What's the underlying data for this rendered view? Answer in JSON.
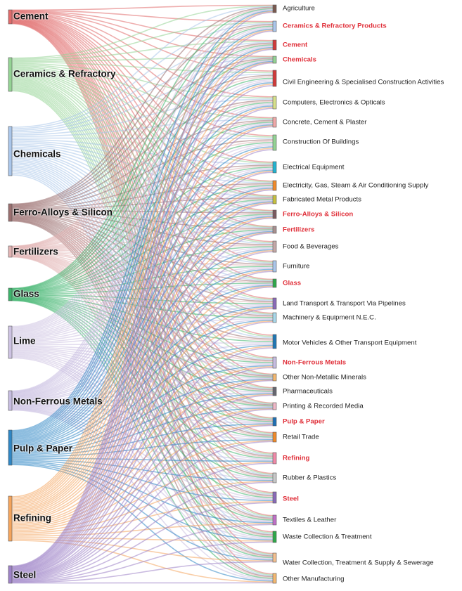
{
  "sources": [
    {
      "label": "Cement",
      "color": "#e06a6a"
    },
    {
      "label": "Ceramics & Refractory",
      "color": "#94d394"
    },
    {
      "label": "Chemicals",
      "color": "#aac6ea"
    },
    {
      "label": "Ferro-Alloys & Silicon",
      "color": "#9a6f6f"
    },
    {
      "label": "Fertilizers",
      "color": "#e2b3b3"
    },
    {
      "label": "Glass",
      "color": "#3db36b"
    },
    {
      "label": "Lime",
      "color": "#cdc2e2"
    },
    {
      "label": "Non-Ferrous Metals",
      "color": "#c6bce0"
    },
    {
      "label": "Pulp & Paper",
      "color": "#2f86c4"
    },
    {
      "label": "Refining",
      "color": "#f4a45c"
    },
    {
      "label": "Steel",
      "color": "#9d82c6"
    }
  ],
  "targets": [
    {
      "label": "Agriculture",
      "color": "#7a5a50",
      "highlight": false
    },
    {
      "label": "Ceramics & Refractory Products",
      "color": "#aac6ea",
      "highlight": true
    },
    {
      "label": "Cement",
      "color": "#d03a3a",
      "highlight": true
    },
    {
      "label": "Chemicals",
      "color": "#94d394",
      "highlight": true
    },
    {
      "label": "Civil Engineering & Specialised Construction Activities",
      "color": "#d03a3a",
      "highlight": false
    },
    {
      "label": "Computers, Electronics & Opticals",
      "color": "#d6e08a",
      "highlight": false
    },
    {
      "label": "Concrete, Cement & Plaster",
      "color": "#f0a8a8",
      "highlight": false
    },
    {
      "label": "Construction Of Buildings",
      "color": "#94d394",
      "highlight": false
    },
    {
      "label": "Electrical Equipment",
      "color": "#22b3d0",
      "highlight": false
    },
    {
      "label": "Electricity, Gas, Steam & Air Conditioning Supply",
      "color": "#f08a2a",
      "highlight": false
    },
    {
      "label": "Fabricated Metal Products",
      "color": "#c6c040",
      "highlight": false
    },
    {
      "label": "Ferro-Alloys & Silicon",
      "color": "#7a5a60",
      "highlight": true
    },
    {
      "label": "Fertilizers",
      "color": "#a89090",
      "highlight": true
    },
    {
      "label": "Food & Beverages",
      "color": "#c4a8a8",
      "highlight": false
    },
    {
      "label": "Furniture",
      "color": "#aac6ea",
      "highlight": false
    },
    {
      "label": "Glass",
      "color": "#2ea84a",
      "highlight": true
    },
    {
      "label": "Land Transport & Transport Via Pipelines",
      "color": "#8a6ab8",
      "highlight": false
    },
    {
      "label": "Machinery & Equipment N.E.C.",
      "color": "#a8d8ea",
      "highlight": false
    },
    {
      "label": "Motor Vehicles & Other Transport Equipment",
      "color": "#1f77b4",
      "highlight": false
    },
    {
      "label": "Non-Ferrous Metals",
      "color": "#c6bce0",
      "highlight": true
    },
    {
      "label": "Other Non-Metallic Minerals",
      "color": "#f4b870",
      "highlight": false
    },
    {
      "label": "Pharmaceuticals",
      "color": "#666670",
      "highlight": false
    },
    {
      "label": "Printing & Recorded Media",
      "color": "#f0b8c8",
      "highlight": false
    },
    {
      "label": "Pulp & Paper",
      "color": "#1f6fb4",
      "highlight": true
    },
    {
      "label": "Retail Trade",
      "color": "#f08a2a",
      "highlight": false
    },
    {
      "label": "Refining",
      "color": "#f08aa8",
      "highlight": true
    },
    {
      "label": "Rubber & Plastics",
      "color": "#c8c8c8",
      "highlight": false
    },
    {
      "label": "Steel",
      "color": "#8a6ab8",
      "highlight": true
    },
    {
      "label": "Textiles & Leather",
      "color": "#c070c8",
      "highlight": false
    },
    {
      "label": "Waste Collection & Treatment",
      "color": "#2ea84a",
      "highlight": false
    },
    {
      "label": "Water Collection, Treatment & Supply & Sewerage",
      "color": "#f4c090",
      "highlight": false
    },
    {
      "label": "Other Manufacturing",
      "color": "#f4b870",
      "highlight": false
    }
  ]
}
